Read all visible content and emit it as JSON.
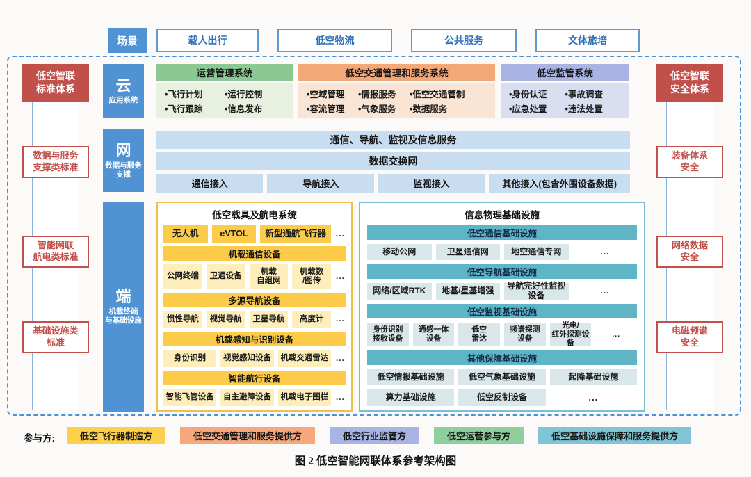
{
  "scenario": {
    "label": "场景",
    "items": [
      "载人出行",
      "低空物流",
      "公共服务",
      "文体旅培"
    ]
  },
  "left_column": {
    "title": "低空智联\n标准体系",
    "items": [
      "数据与服务\n支撑类标准",
      "智能网联\n航电类标准",
      "基础设施类\n标准"
    ]
  },
  "right_column": {
    "title": "低空智联\n安全体系",
    "items": [
      "装备体系\n安全",
      "网络数据\n安全",
      "电磁频谱\n安全"
    ]
  },
  "cloud": {
    "label": "云",
    "sublabel": "应用系统",
    "systems": [
      {
        "title": "运营管理系统",
        "items": [
          "•飞行计划",
          "•运行控制",
          "•飞行跟踪",
          "•信息发布"
        ]
      },
      {
        "title": "低空交通管理和服务系统",
        "items": [
          "•空域管理",
          "•情报服务",
          "•低空交通管制",
          "•容流管理",
          "•气象服务",
          "•数据服务"
        ]
      },
      {
        "title": "低空监管系统",
        "items": [
          "•身份认证",
          "•事故调查",
          "•应急处置",
          "•违法处置"
        ]
      }
    ]
  },
  "network": {
    "label": "网",
    "sublabel": "数据与服务\n支撑",
    "bars": [
      "通信、导航、监视及信息服务",
      "数据交换网"
    ],
    "access": [
      "通信接入",
      "导航接入",
      "监视接入",
      "其他接入(包含外围设备数据)"
    ]
  },
  "terminal": {
    "label": "端",
    "sublabel": "机载终端\n与基础设施",
    "vehicle_box": {
      "title": "低空载具及航电系统",
      "top_row": [
        "无人机",
        "eVTOL",
        "新型通航飞行器",
        "..."
      ],
      "groups": [
        {
          "header": "机载通信设备",
          "items": [
            "公网终端",
            "卫通设备",
            "机载\n自组网",
            "机载数\n/图传",
            "..."
          ]
        },
        {
          "header": "多源导航设备",
          "items": [
            "惯性导航",
            "视觉导航",
            "卫星导航",
            "高度计",
            "..."
          ]
        },
        {
          "header": "机载感知与识别设备",
          "items": [
            "身份识别",
            "视觉感知设备",
            "机载交通雷达",
            "..."
          ]
        },
        {
          "header": "智能航行设备",
          "items": [
            "智能飞管设备",
            "自主避障设备",
            "机载电子围栏",
            "..."
          ]
        }
      ]
    },
    "infra_box": {
      "title": "信息物理基础设施",
      "groups": [
        {
          "header": "低空通信基础设施",
          "rows": [
            [
              "移动公网",
              "卫星通信网",
              "地空通信专网",
              "..."
            ]
          ]
        },
        {
          "header": "低空导航基础设施",
          "rows": [
            [
              "网络/区域RTK",
              "地基/星基增强",
              "导航完好性监视设备",
              "..."
            ]
          ]
        },
        {
          "header": "低空监视基础设施",
          "rows": [
            [
              "身份识别\n接收设备",
              "通感一体\n设备",
              "低空\n雷达",
              "频谱探测\n设备",
              "光电/\n红外探测设备",
              "..."
            ]
          ]
        },
        {
          "header": "其他保障基础设施",
          "rows": [
            [
              "低空情报基础设施",
              "低空气象基础设施",
              "起降基础设施"
            ],
            [
              "算力基础设施",
              "低空反制设备",
              "..."
            ]
          ]
        }
      ]
    }
  },
  "participants": {
    "label": "参与方:",
    "items": [
      {
        "label": "低空飞行器制造方",
        "color": "#fbd04b"
      },
      {
        "label": "低空交通管理和服务提供方",
        "color": "#f5a87c"
      },
      {
        "label": "低空行业监管方",
        "color": "#a9b4e4"
      },
      {
        "label": "低空运营参与方",
        "color": "#8fcf9e"
      },
      {
        "label": "低空基础设施保障和服务提供方",
        "color": "#7fc5d5"
      }
    ]
  },
  "caption": "图 2 低空智能网联体系参考架构图"
}
